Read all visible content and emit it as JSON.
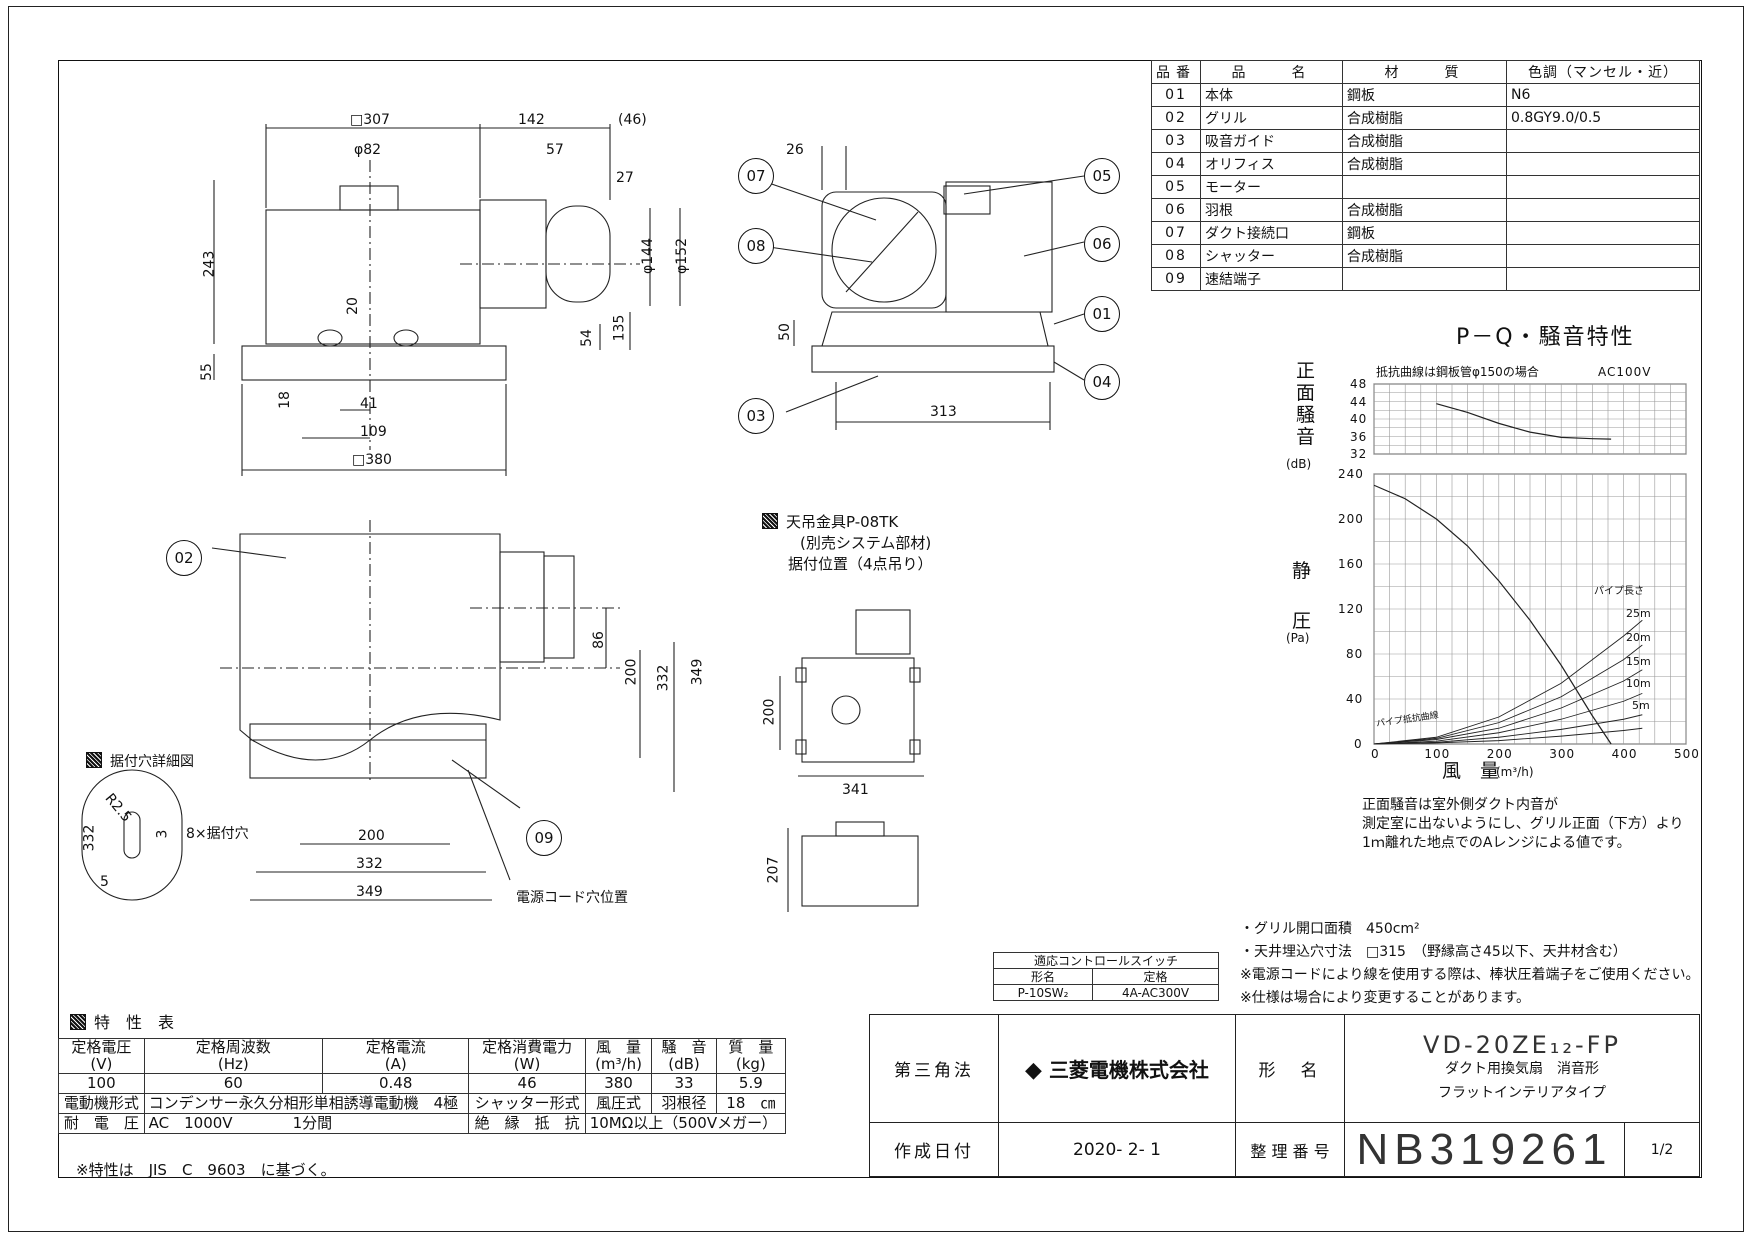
{
  "parts_table": {
    "headers": [
      "品番",
      "品　　名",
      "材　　質",
      "色調（マンセル・近）"
    ],
    "rows": [
      {
        "no": "01",
        "name": "本体",
        "material": "鋼板",
        "color": "N6"
      },
      {
        "no": "02",
        "name": "グリル",
        "material": "合成樹脂",
        "color": "0.8GY9.0/0.5"
      },
      {
        "no": "03",
        "name": "吸音ガイド",
        "material": "合成樹脂",
        "color": ""
      },
      {
        "no": "04",
        "name": "オリフィス",
        "material": "合成樹脂",
        "color": ""
      },
      {
        "no": "05",
        "name": "モーター",
        "material": "",
        "color": ""
      },
      {
        "no": "06",
        "name": "羽根",
        "material": "合成樹脂",
        "color": ""
      },
      {
        "no": "07",
        "name": "ダクト接続口",
        "material": "鋼板",
        "color": ""
      },
      {
        "no": "08",
        "name": "シャッター",
        "material": "合成樹脂",
        "color": ""
      },
      {
        "no": "09",
        "name": "速結端子",
        "material": "",
        "color": ""
      }
    ]
  },
  "top_view": {
    "dims": [
      "□307",
      "142",
      "(46)",
      "φ82",
      "57",
      "27",
      "243",
      "φ144",
      "φ152",
      "20",
      "54",
      "135",
      "55",
      "18",
      "41",
      "109",
      "□380"
    ]
  },
  "side_view": {
    "dims": [
      "26",
      "50",
      "313"
    ],
    "balloons": [
      "07",
      "08",
      "03",
      "05",
      "06",
      "01",
      "04"
    ]
  },
  "bottom_view": {
    "dims": [
      "86",
      "200",
      "332",
      "349",
      "200",
      "332",
      "349"
    ],
    "balloons": [
      "02",
      "09"
    ],
    "cord_label": "電源コード穴位置",
    "hole_label": "8×据付穴",
    "detail_title": "据付穴詳細図",
    "detail_dims": [
      "332",
      "R2.5",
      "3",
      "5"
    ]
  },
  "hanger": {
    "title_line1": "天吊金具P-08TK",
    "title_line2": "(別売システム部材)",
    "title_line3": "据付位置（4点吊り）",
    "dims": [
      "200",
      "341",
      "207"
    ]
  },
  "chart_data": {
    "type": "line",
    "title": "P－Q・騒音特性",
    "subtitle": "抵抗曲線は鋼板管φ150の場合",
    "supply": "AC100V",
    "noise_axis": {
      "label": "正面騒音",
      "unit": "(dB)",
      "ylim": [
        32,
        48
      ],
      "ticks": [
        32,
        36,
        40,
        44,
        48
      ]
    },
    "pressure_axis": {
      "label": "静圧",
      "unit": "(Pa)",
      "ylim": [
        0,
        240
      ],
      "ticks": [
        0,
        40,
        80,
        120,
        160,
        200,
        240
      ]
    },
    "x_axis": {
      "label": "風　量",
      "unit": "(m³/h)",
      "xlim": [
        0,
        500
      ],
      "ticks": [
        0,
        100,
        200,
        300,
        400,
        500
      ]
    },
    "series": [
      {
        "name": "noise",
        "x": [
          100,
          150,
          200,
          250,
          300,
          350,
          380
        ],
        "y": [
          43.5,
          41.5,
          39.0,
          37.0,
          35.8,
          35.5,
          35.4
        ]
      },
      {
        "name": "pq",
        "x": [
          0,
          50,
          100,
          150,
          200,
          250,
          300,
          350,
          380
        ],
        "y": [
          230,
          218,
          200,
          176,
          145,
          110,
          70,
          25,
          0
        ]
      },
      {
        "name": "25m",
        "x": [
          0,
          100,
          200,
          300,
          400,
          430
        ],
        "y": [
          0,
          6,
          24,
          54,
          96,
          110
        ]
      },
      {
        "name": "20m",
        "x": [
          0,
          100,
          200,
          300,
          400,
          430
        ],
        "y": [
          0,
          5,
          19,
          42,
          75,
          88
        ]
      },
      {
        "name": "15m",
        "x": [
          0,
          100,
          200,
          300,
          400,
          430
        ],
        "y": [
          0,
          4,
          14,
          32,
          56,
          66
        ]
      },
      {
        "name": "10m",
        "x": [
          0,
          100,
          200,
          300,
          400,
          430
        ],
        "y": [
          0,
          2.5,
          10,
          22,
          38,
          45
        ]
      },
      {
        "name": "5m",
        "x": [
          0,
          100,
          200,
          300,
          400,
          430
        ],
        "y": [
          0,
          1.5,
          6,
          13,
          22,
          26
        ]
      },
      {
        "name": "パイプ抵抗曲線",
        "x": [
          0,
          100,
          200,
          300,
          400,
          430
        ],
        "y": [
          0,
          1,
          3,
          7,
          12,
          14
        ]
      }
    ],
    "pipe_length_label": "パイプ長さ",
    "pipe_labels": [
      "25m",
      "20m",
      "15m",
      "10m",
      "5m"
    ],
    "pipe_resist_label": "パイプ抵抗曲線",
    "note_lines": [
      "正面騒音は室外側ダクト内音が",
      "測定室に出ないようにし、グリル正面（下方）より",
      "1ｍ離れた地点でのAレンジによる値です。"
    ]
  },
  "notes": [
    "・グリル開口面積　450cm²",
    "・天井埋込穴寸法　□315　（野縁高さ45以下、天井材含む）",
    "※電源コードにより線を使用する際は、棒状圧着端子をご使用ください。",
    "※仕様は場合により変更することがあります。"
  ],
  "switch_table": {
    "title": "適応コントロールスイッチ",
    "headers": [
      "形名",
      "定格"
    ],
    "row": [
      "P-10SW₂",
      "4A-AC300V"
    ]
  },
  "specs": {
    "title": "特　性　表",
    "headers": [
      "定格電圧\n(V)",
      "定格周波数\n(Hz)",
      "定格電流\n(A)",
      "定格消費電力\n(W)",
      "風　量\n(m³/h)",
      "騒　音\n(dB)",
      "質　量\n(kg)"
    ],
    "values": [
      "100",
      "60",
      "0.48",
      "46",
      "380",
      "33",
      "5.9"
    ],
    "motor_label": "電動機形式",
    "motor_value": "コンデンサー永久分相形単相誘導電動機　4極",
    "shutter_label": "シャッター形式",
    "shutter_value": "風圧式",
    "blade_label": "羽根径",
    "blade_value": "18　㎝",
    "voltage_label": "耐　電　圧",
    "voltage_value": "AC　1000V　　　　1分間",
    "insulation_label": "絶　縁　抵　抗",
    "insulation_value": "10MΩ以上（500Vメガー）",
    "footnote": "※特性は　JIS　C　9603　に基づく。"
  },
  "title_block": {
    "projection": "第三角法",
    "company": "三菱電機株式会社",
    "model_label": "形　名",
    "model": "VD-20ZE₁₂-FP",
    "desc1": "ダクト用換気扇　消音形",
    "desc2": "フラットインテリアタイプ",
    "date_label": "作成日付",
    "date": "2020- 2- 1",
    "doc_label": "整 理 番 号",
    "doc_no": "NB319261",
    "page": "1/2"
  }
}
